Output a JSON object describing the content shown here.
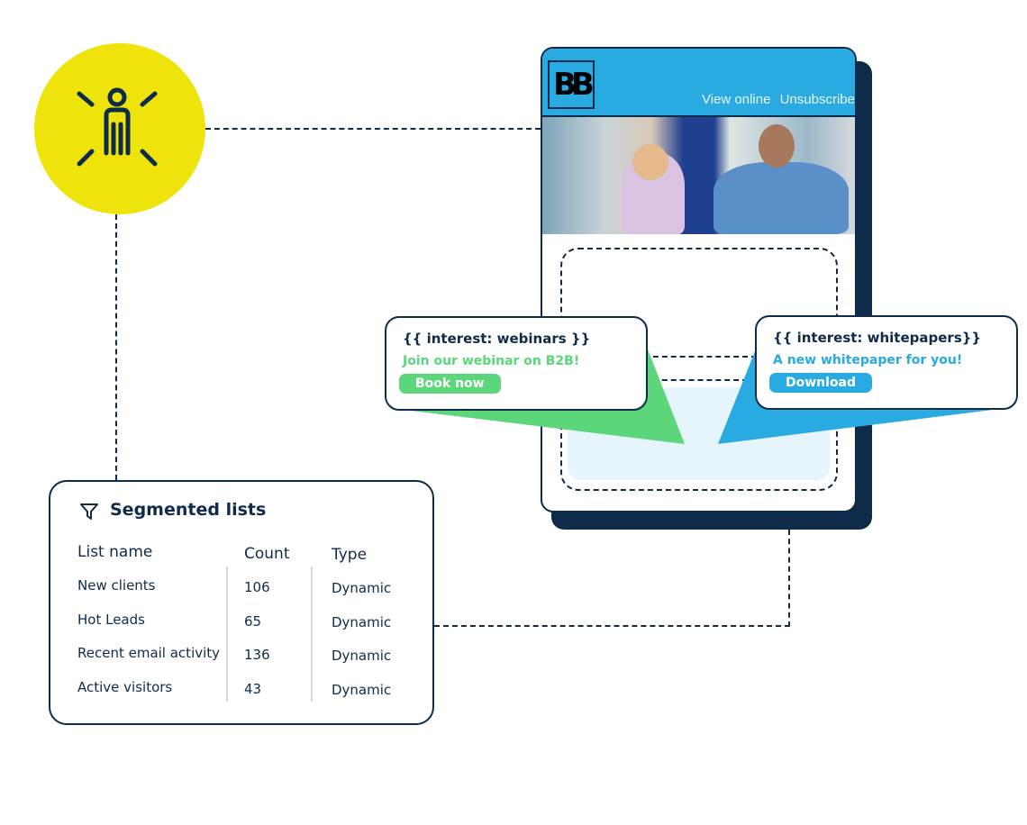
{
  "email": {
    "logo": "BB",
    "view_online": "View online",
    "unsubscribe": "Unsubscribe"
  },
  "bubbles": {
    "webinars": {
      "tag": "{{ interest: webinars }}",
      "message": "Join our webinar on B2B!",
      "button": "Book now",
      "color": "#5cd67a"
    },
    "whitepapers": {
      "tag": "{{ interest: whitepapers}}",
      "message": "A new whitepaper for you!",
      "button": "Download",
      "color": "#29abe2"
    }
  },
  "segmented": {
    "title": "Segmented lists",
    "headers": {
      "name": "List name",
      "count": "Count",
      "type": "Type"
    },
    "rows": [
      {
        "name": "New clients",
        "count": "106",
        "type": "Dynamic"
      },
      {
        "name": "Hot Leads",
        "count": "65",
        "type": "Dynamic"
      },
      {
        "name": "Recent email activity",
        "count": "136",
        "type": "Dynamic"
      },
      {
        "name": "Active visitors",
        "count": "43",
        "type": "Dynamic"
      }
    ]
  }
}
